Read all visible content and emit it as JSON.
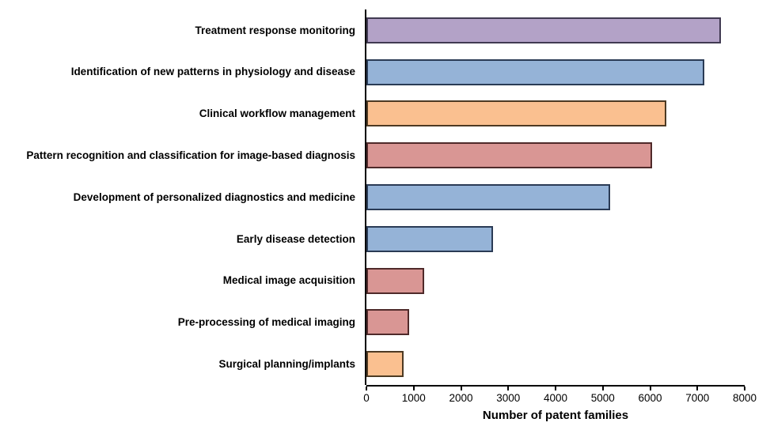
{
  "chart_data": {
    "type": "bar",
    "orientation": "horizontal",
    "title": "",
    "xlabel": "Number of patent families",
    "ylabel": "",
    "xlim": [
      0,
      8000
    ],
    "xticks": [
      0,
      1000,
      2000,
      3000,
      4000,
      5000,
      6000,
      7000,
      8000
    ],
    "grid": false,
    "legend": "none",
    "categories": [
      "Treatment response monitoring",
      "Identification of new patterns in physiology and disease",
      "Clinical workflow management",
      "Pattern recognition and classification for image-based diagnosis",
      "Development of personalized diagnostics and medicine",
      "Early disease detection",
      "Medical image acquisition",
      "Pre-processing of medical imaging",
      "Surgical planning/implants"
    ],
    "values": [
      7500,
      7150,
      6350,
      6050,
      5150,
      2670,
      1220,
      900,
      780
    ],
    "bar_colors": [
      "#b3a2c7",
      "#95b3d7",
      "#fac090",
      "#d99694",
      "#95b3d7",
      "#95b3d7",
      "#d99694",
      "#d99694",
      "#fac090"
    ],
    "bar_border_colors": [
      "#413a52",
      "#2a3b55",
      "#4d3a23",
      "#4f2a2a",
      "#2a3b55",
      "#2a3b55",
      "#4f2a2a",
      "#4f2a2a",
      "#4d3a23"
    ]
  },
  "colors": {
    "background": "#ffffff",
    "axis_line": "#000000",
    "text": "#000000"
  }
}
